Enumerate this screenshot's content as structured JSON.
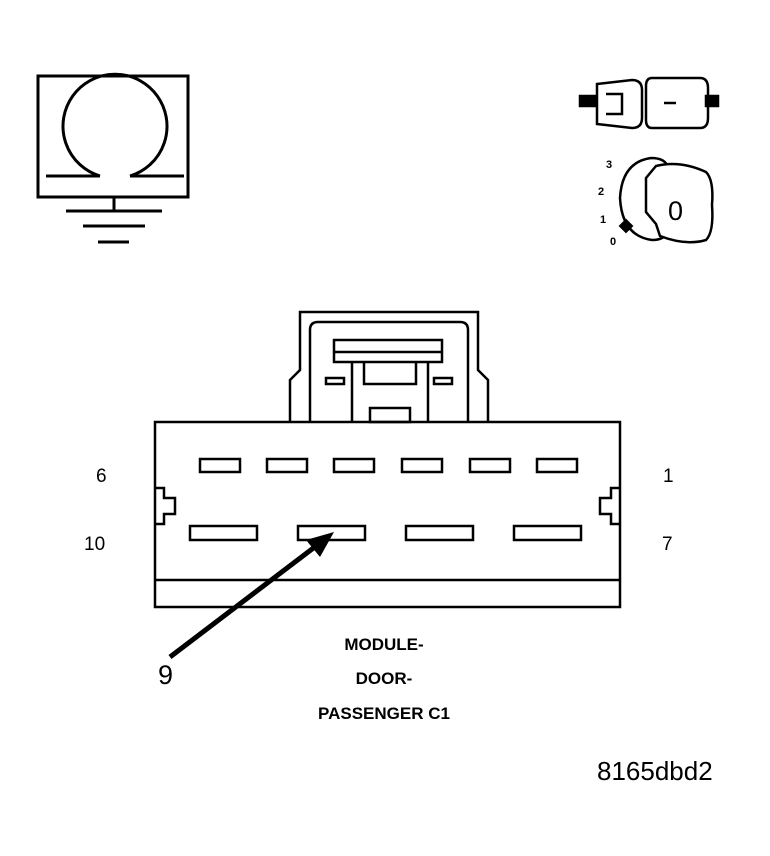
{
  "pin_labels": {
    "top_left": "6",
    "top_right": "1",
    "bottom_left": "10",
    "bottom_right": "7"
  },
  "callout": "9",
  "connector_name": [
    "MODULE-",
    "DOOR-",
    "PASSENGER C1"
  ],
  "ignition_positions": [
    "3",
    "2",
    "1",
    "0"
  ],
  "key_label": "0",
  "figure_code": "8165dbd2",
  "icons": {
    "ohmmeter": "ohmmeter-ground-icon",
    "connector": "disconnected-connector-icon",
    "ignition": "ignition-key-off-icon"
  }
}
